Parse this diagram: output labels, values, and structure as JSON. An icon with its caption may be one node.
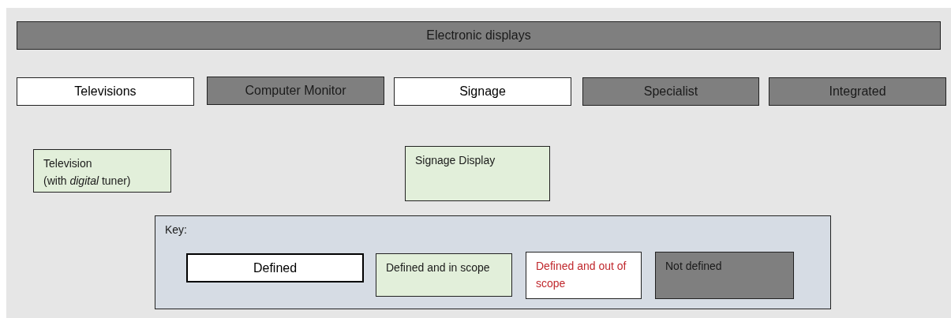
{
  "diagram": {
    "nodes": [
      {
        "text": [
          "Electronic displays"
        ]
      },
      {
        "text": [
          "Televisions"
        ]
      },
      {
        "text": [
          "Computer Monitor"
        ]
      },
      {
        "text": [
          "Signage"
        ]
      },
      {
        "text": [
          "Specialist"
        ]
      },
      {
        "text": [
          "Integrated"
        ]
      },
      {
        "text": [
          "Television",
          "(with *digital* tuner)"
        ]
      },
      {
        "text": [
          "Signage Display"
        ]
      },
      {
        "text": [
          "Key:"
        ]
      },
      {
        "text": [
          "Defined"
        ],
        "in": 8
      },
      {
        "text": [
          "Defined and in scope"
        ],
        "in": 8
      },
      {
        "text": [
          "Defined and out of scope"
        ],
        "in": 8
      },
      {
        "text": [
          "Not defined"
        ],
        "in": 8
      }
    ]
  }
}
